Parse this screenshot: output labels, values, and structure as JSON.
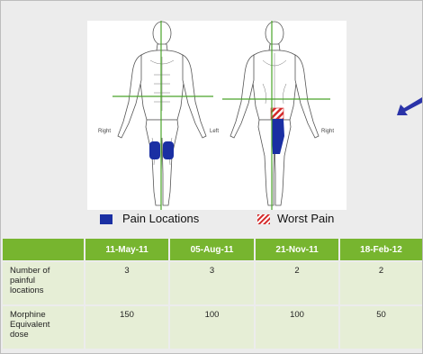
{
  "figure": {
    "front_right_label": "Right",
    "front_left_label": "Left",
    "back_right_label": "Right"
  },
  "legend": {
    "pain_locations": "Pain Locations",
    "worst_pain": "Worst Pain",
    "pain_color": "#1a2fa3",
    "worst_color": "#d42a2a"
  },
  "table": {
    "headers": [
      "",
      "11-May-11",
      "05-Aug-11",
      "21-Nov-11",
      "18-Feb-12"
    ],
    "rows": [
      {
        "label": "Number of\npainful\nlocations",
        "values": [
          "3",
          "3",
          "2",
          "2"
        ]
      },
      {
        "label": "Morphine\nEquivalent\ndose",
        "values": [
          "150",
          "100",
          "100",
          "50"
        ]
      }
    ]
  },
  "colors": {
    "header_green": "#77b52f",
    "cell_bg": "#e6eed6",
    "crosshair": "#4aa52a",
    "arrow": "#2a33a8"
  }
}
